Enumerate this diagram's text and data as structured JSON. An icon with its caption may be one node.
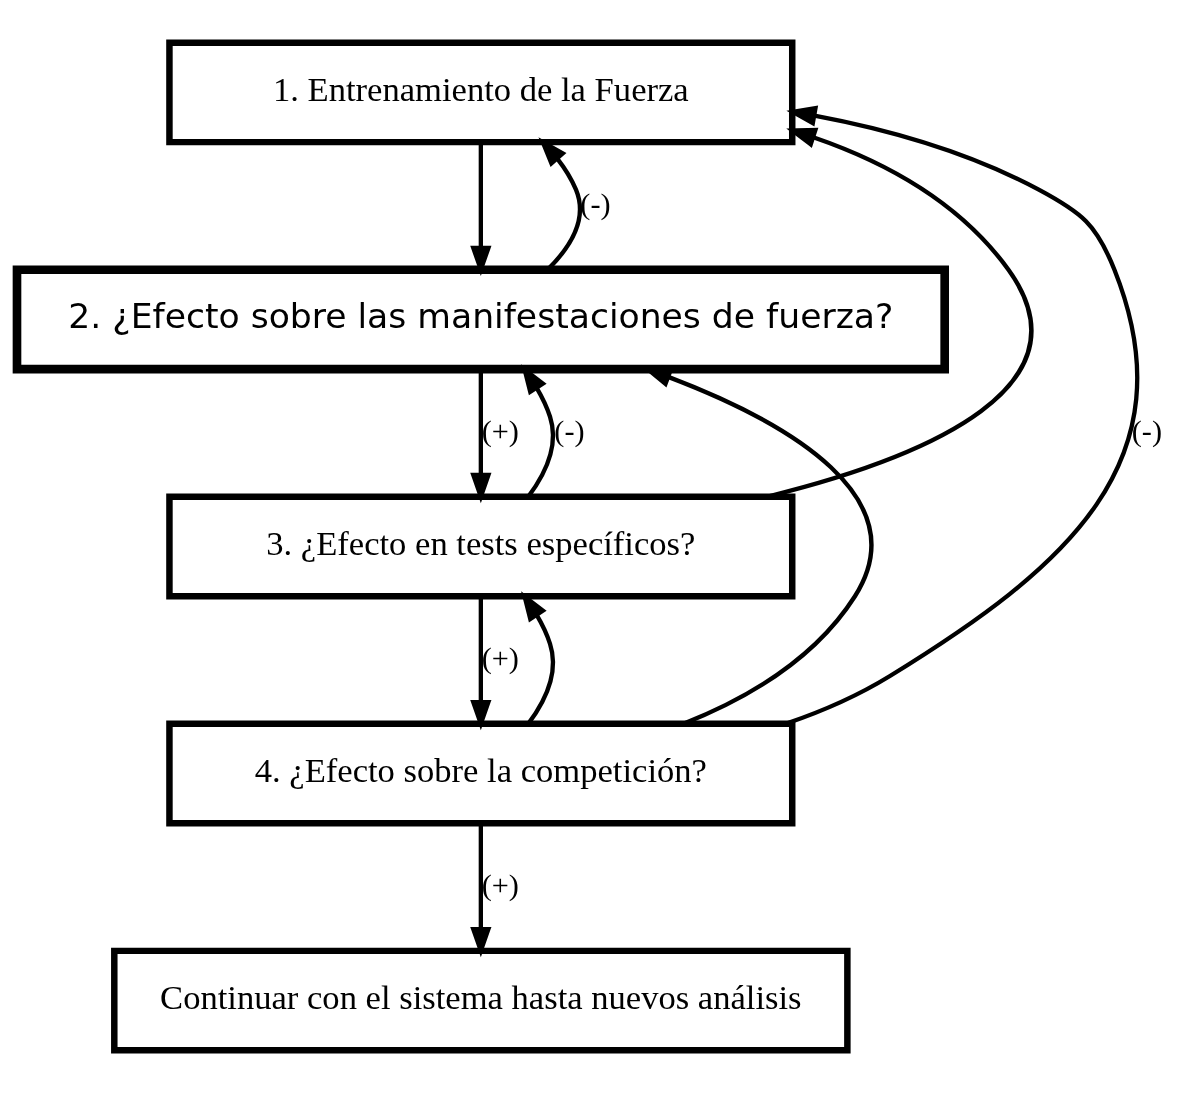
{
  "diagram": {
    "nodes": [
      {
        "text": [
          "1. Entrenamiento de la Fuerza"
        ]
      },
      {
        "text": [
          "2. ¿Efecto sobre las manifestaciones de fuerza?"
        ]
      },
      {
        "text": [
          "3. ¿Efecto en tests específicos?"
        ]
      },
      {
        "text": [
          "4. ¿Efecto sobre la competición?"
        ]
      },
      {
        "text": [
          "Continuar con el sistema hasta nuevos análisis"
        ]
      }
    ],
    "edges": [
      {
        "from": 0,
        "to": 1,
        "arrow": "to"
      },
      {
        "from": 1,
        "to": 2,
        "arrow": "to",
        "label": "(+)"
      },
      {
        "from": 2,
        "to": 3,
        "arrow": "to",
        "label": "(+)"
      },
      {
        "from": 3,
        "to": 4,
        "arrow": "to",
        "label": "(+)"
      },
      {
        "from": 1,
        "to": 0,
        "arrow": "to",
        "label": "(-)"
      },
      {
        "from": 2,
        "to": 1,
        "arrow": "to",
        "label": "(-)"
      },
      {
        "from": 2,
        "to": 0,
        "arrow": "to"
      },
      {
        "from": 3,
        "to": 0,
        "arrow": "to",
        "label": "(-)"
      },
      {
        "from": 3,
        "to": 1,
        "arrow": "to"
      },
      {
        "from": 3,
        "to": 2,
        "arrow": "to"
      }
    ]
  }
}
